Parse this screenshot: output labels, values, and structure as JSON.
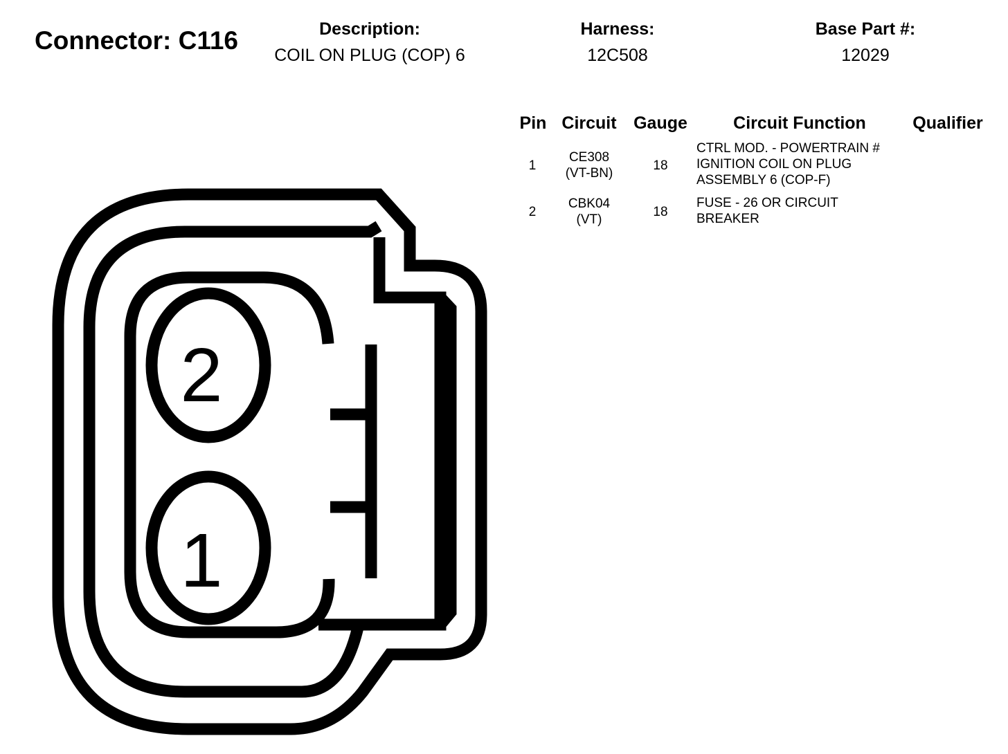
{
  "header": {
    "connector_title": "Connector: C116",
    "description_label": "Description:",
    "description_value": "COIL ON PLUG (COP) 6",
    "harness_label": "Harness:",
    "harness_value": "12C508",
    "base_part_label": "Base Part #:",
    "base_part_value": "12029"
  },
  "table": {
    "columns": [
      "Pin",
      "Circuit",
      "Gauge",
      "Circuit Function",
      "Qualifier"
    ],
    "rows": [
      {
        "pin": "1",
        "circuit_lines": [
          "CE308",
          "(VT-BN)"
        ],
        "gauge": "18",
        "function_lines": [
          "CTRL MOD. - POWERTRAIN #",
          "IGNITION COIL ON PLUG",
          "ASSEMBLY 6 (COP-F)"
        ],
        "qualifier": ""
      },
      {
        "pin": "2",
        "circuit_lines": [
          "CBK04",
          "(VT)"
        ],
        "gauge": "18",
        "function_lines": [
          "FUSE - 26 OR CIRCUIT",
          "BREAKER"
        ],
        "qualifier": ""
      }
    ]
  },
  "diagram": {
    "pin_labels": [
      "2",
      "1"
    ],
    "stroke_color": "#000000"
  }
}
